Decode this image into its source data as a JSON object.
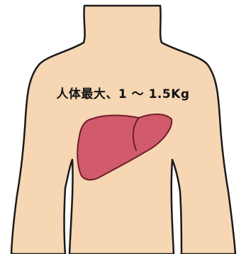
{
  "caption": "人体最大、1 ～ 1.5Kg",
  "colors": {
    "skin": "#f6d6b3",
    "outline": "#1a1a1a",
    "liver_fill": "#d15b6a",
    "liver_outline": "#6e1e2e",
    "background": "#ffffff"
  },
  "icons": {
    "torso": "human-torso-illustration",
    "organ": "liver-illustration"
  }
}
